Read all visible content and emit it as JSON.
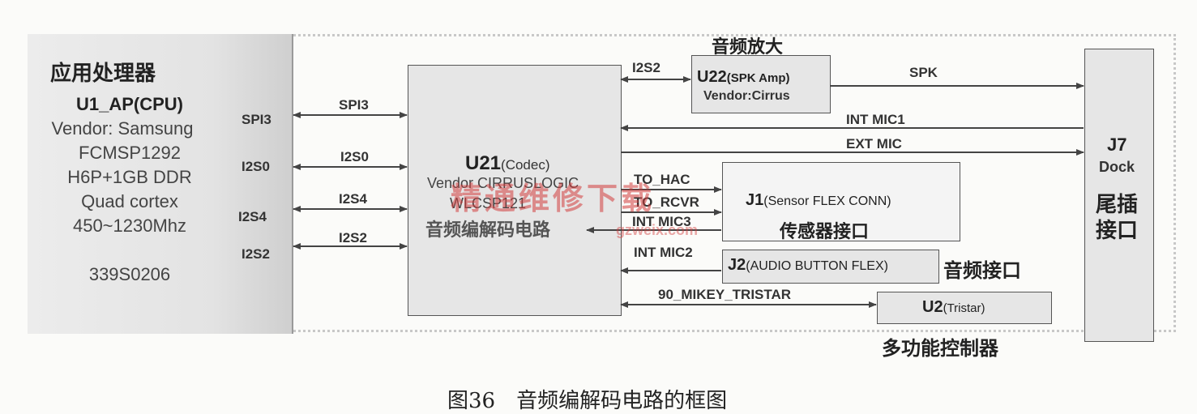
{
  "cpu": {
    "title_cn": "应用处理器",
    "name": "U1_AP(CPU)",
    "vendor": "Vendor: Samsung",
    "part": "FCMSP1292",
    "memory": "H6P+1GB DDR",
    "core": "Quad cortex",
    "freq": "450~1230Mhz",
    "code": "339S0206",
    "ports": [
      "SPI3",
      "I2S0",
      "I2S4",
      "I2S2"
    ]
  },
  "codec": {
    "ref": "U21",
    "type": "(Codec)",
    "vendor": "Vendor CIRRUSLOGIC",
    "part": "WLCSP121",
    "title_cn": "音频编解码电路"
  },
  "amp": {
    "header_cn": "音频放大",
    "ref": "U22",
    "type": "(SPK Amp)",
    "vendor": "Vendor:Cirrus"
  },
  "dock": {
    "ref": "J7",
    "name": "Dock",
    "label_cn_1": "尾插",
    "label_cn_2": "接口"
  },
  "j1": {
    "ref": "J1",
    "name": "(Sensor FLEX CONN)",
    "label_cn": "传感器接口"
  },
  "j2": {
    "ref": "J2",
    "name": "(AUDIO BUTTON FLEX)",
    "label_cn": "音频接口"
  },
  "u2": {
    "ref": "U2",
    "name": "(Tristar)",
    "label_cn": "多功能控制器"
  },
  "signals": {
    "spi3": "SPI3",
    "i2s0": "I2S0",
    "i2s4": "I2S4",
    "i2s2": "I2S2",
    "amp_i2s2": "I2S2",
    "spk": "SPK",
    "int_mic1": "INT MIC1",
    "ext_mic": "EXT MIC",
    "to_hac": "TO_HAC",
    "to_rcvr": "TO_RCVR",
    "int_mic3": "INT MIC3",
    "int_mic2": "INT MIC2",
    "mikey": "90_MIKEY_TRISTAR"
  },
  "watermark": {
    "main": "精通维修下载",
    "sub": "gzweix.com"
  },
  "caption": "图36　音频编解码电路的框图",
  "colors": {
    "line": "#444444",
    "box_fill": "#e6e6e6",
    "watermark": "#d23c3c"
  }
}
